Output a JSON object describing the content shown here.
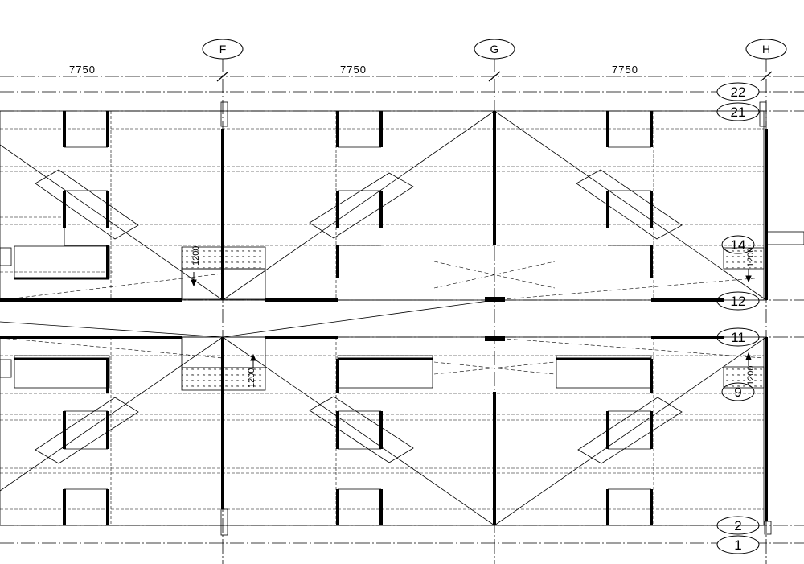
{
  "drawing": {
    "axis_labels": [
      "F",
      "G",
      "H"
    ],
    "dimensions": [
      "7750",
      "7750",
      "7750"
    ],
    "row_labels": [
      "22",
      "21",
      "14",
      "12",
      "11",
      "9",
      "2",
      "1"
    ],
    "opening_labels": [
      "1200",
      "1200",
      "1200",
      "1200"
    ],
    "line_color": "#000000",
    "background_color": "#ffffff"
  }
}
